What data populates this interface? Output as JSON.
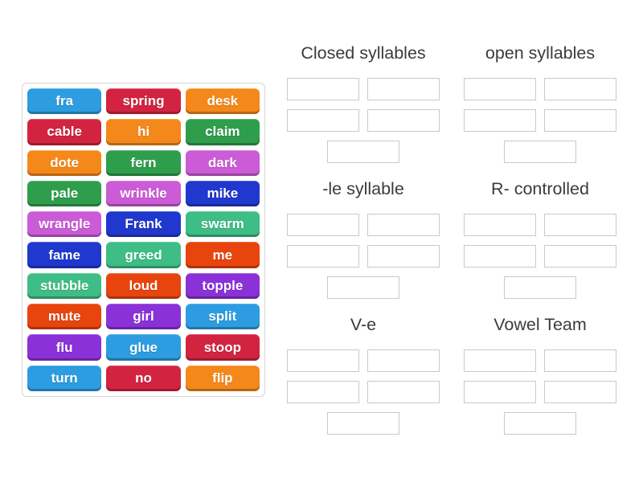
{
  "palette": {
    "lightblue": "#2d9ce0",
    "crimson": "#d22440",
    "orange": "#f5881b",
    "green": "#2e9e4c",
    "orchid": "#cb5bd6",
    "royal": "#2038ce",
    "emerald": "#3ebd86",
    "orangered": "#e8440e",
    "purple": "#8a31d8"
  },
  "word_bank": {
    "words": [
      {
        "text": "fra",
        "color": "lightblue"
      },
      {
        "text": "spring",
        "color": "crimson"
      },
      {
        "text": "desk",
        "color": "orange"
      },
      {
        "text": "cable",
        "color": "crimson"
      },
      {
        "text": "hi",
        "color": "orange"
      },
      {
        "text": "claim",
        "color": "green"
      },
      {
        "text": "dote",
        "color": "orange"
      },
      {
        "text": "fern",
        "color": "green"
      },
      {
        "text": "dark",
        "color": "orchid"
      },
      {
        "text": "pale",
        "color": "green"
      },
      {
        "text": "wrinkle",
        "color": "orchid"
      },
      {
        "text": "mike",
        "color": "royal"
      },
      {
        "text": "wrangle",
        "color": "orchid"
      },
      {
        "text": "Frank",
        "color": "royal"
      },
      {
        "text": "swarm",
        "color": "emerald"
      },
      {
        "text": "fame",
        "color": "royal"
      },
      {
        "text": "greed",
        "color": "emerald"
      },
      {
        "text": "me",
        "color": "orangered"
      },
      {
        "text": "stubble",
        "color": "emerald"
      },
      {
        "text": "loud",
        "color": "orangered"
      },
      {
        "text": "topple",
        "color": "purple"
      },
      {
        "text": "mute",
        "color": "orangered"
      },
      {
        "text": "girl",
        "color": "purple"
      },
      {
        "text": "split",
        "color": "lightblue"
      },
      {
        "text": "flu",
        "color": "purple"
      },
      {
        "text": "glue",
        "color": "lightblue"
      },
      {
        "text": "stoop",
        "color": "crimson"
      },
      {
        "text": "turn",
        "color": "lightblue"
      },
      {
        "text": "no",
        "color": "crimson"
      },
      {
        "text": "flip",
        "color": "orange"
      }
    ]
  },
  "groups": [
    {
      "label": "Closed syllables",
      "slots": 5
    },
    {
      "label": "open syllables",
      "slots": 5
    },
    {
      "label": "-le syllable",
      "slots": 5
    },
    {
      "label": "R- controlled",
      "slots": 5
    },
    {
      "label": "V-e",
      "slots": 5
    },
    {
      "label": "Vowel Team",
      "slots": 5
    }
  ]
}
